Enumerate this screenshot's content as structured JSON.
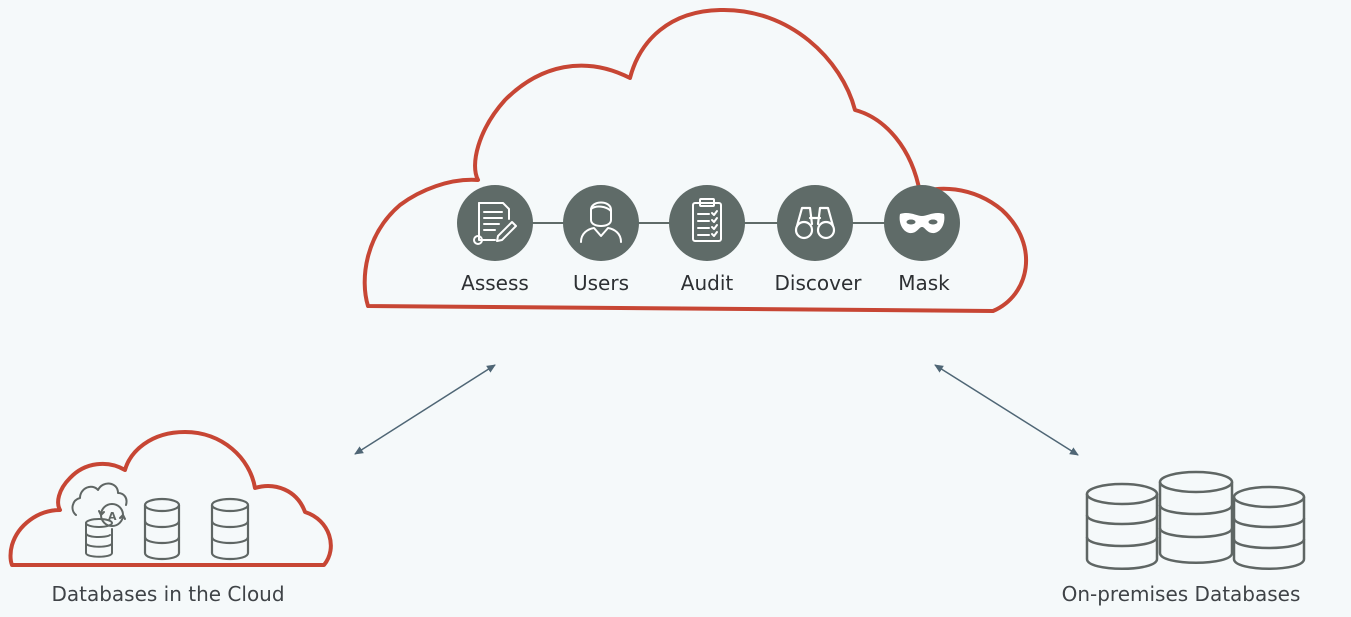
{
  "colors": {
    "background": "#f5f9fa",
    "cloud_outline": "#c74634",
    "icon_circle": "#5f6b68",
    "icon_glyph": "#ffffff",
    "db_stroke": "#5f6664",
    "arrow": "#4f6675",
    "text": "#2d3033"
  },
  "central_cloud": {
    "services": [
      {
        "label": "Assess",
        "icon": "document-signature-icon"
      },
      {
        "label": "Users",
        "icon": "user-icon"
      },
      {
        "label": "Audit",
        "icon": "clipboard-checklist-icon"
      },
      {
        "label": "Discover",
        "icon": "binoculars-icon"
      },
      {
        "label": "Mask",
        "icon": "mask-icon"
      }
    ]
  },
  "cloud_databases": {
    "label": "Databases in the Cloud",
    "icons": [
      "autonomous-database-icon",
      "database-icon",
      "database-icon"
    ]
  },
  "onprem_databases": {
    "label": "On-premises Databases",
    "icons": [
      "database-icon",
      "database-icon",
      "database-icon"
    ]
  },
  "connectors": [
    "bidirectional-arrow-left",
    "bidirectional-arrow-right"
  ]
}
